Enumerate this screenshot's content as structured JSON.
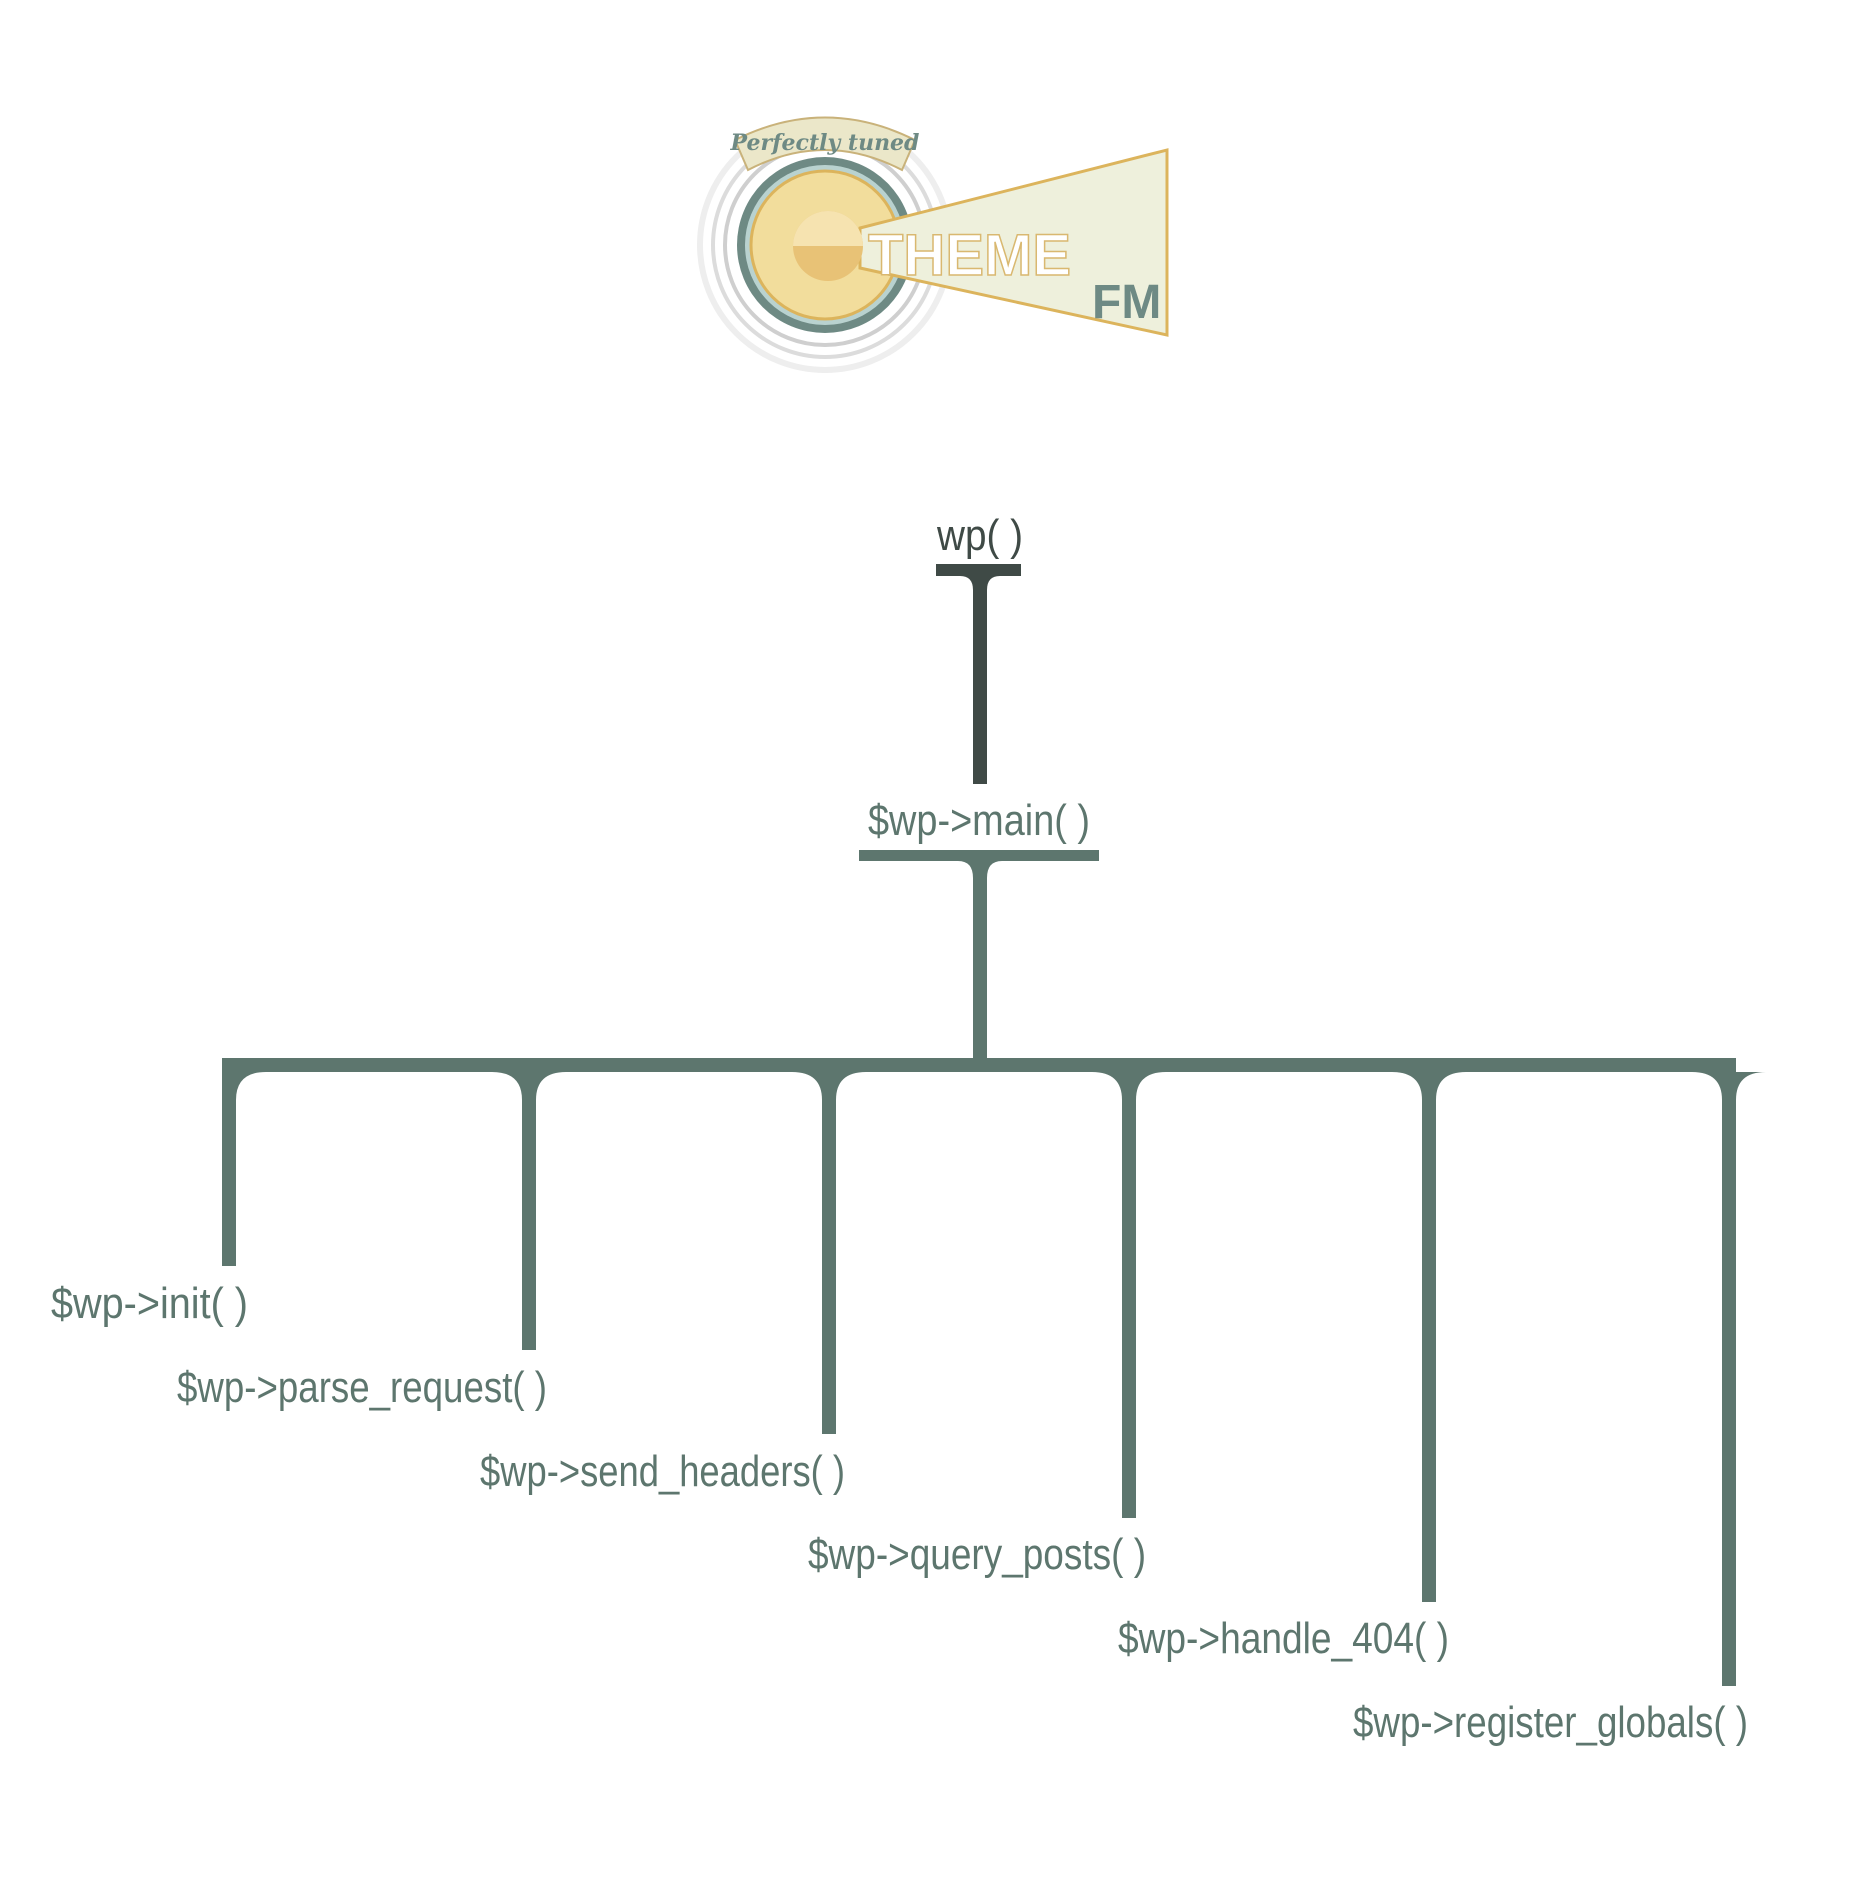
{
  "logo": {
    "tagline": "Perfectly tuned",
    "brand": "THEME",
    "suffix": "FM"
  },
  "colors": {
    "line": "#5d766e",
    "root_line": "#3f4a46",
    "text": "#5d766e"
  },
  "tree": {
    "root": "wp( )",
    "main": "$wp->main( )",
    "children": [
      "$wp->init( )",
      "$wp->parse_request( )",
      "$wp->send_headers( )",
      "$wp->query_posts( )",
      "$wp->handle_404( )",
      "$wp->register_globals( )"
    ]
  }
}
